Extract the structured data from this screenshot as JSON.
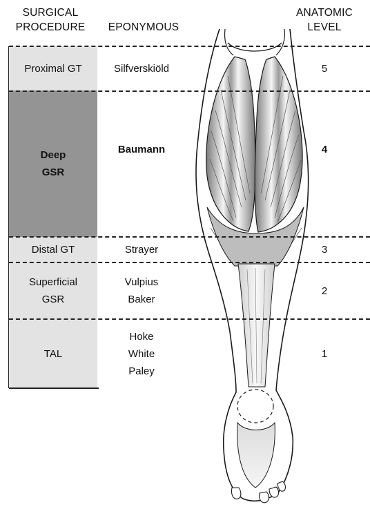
{
  "headers": {
    "procedure": [
      "SURGICAL",
      "PROCEDURE"
    ],
    "eponymous": "EPONYMOUS",
    "level": [
      "ANATOMIC",
      "LEVEL"
    ]
  },
  "rows": [
    {
      "procedure": [
        "Proximal GT"
      ],
      "eponyms": [
        "Silfverskiöld"
      ],
      "level": "5",
      "shade": "#e3e3e3",
      "bold": false
    },
    {
      "procedure": [
        "Deep",
        "GSR"
      ],
      "eponyms": [
        "Baumann"
      ],
      "level": "4",
      "shade": "#949494",
      "bold": true
    },
    {
      "procedure": [
        "Distal GT"
      ],
      "eponyms": [
        "Strayer"
      ],
      "level": "3",
      "shade": "#e3e3e3",
      "bold": false
    },
    {
      "procedure": [
        "Superficial",
        "GSR"
      ],
      "eponyms": [
        "Vulpius",
        "Baker"
      ],
      "level": "2",
      "shade": "#e3e3e3",
      "bold": false
    },
    {
      "procedure": [
        "TAL"
      ],
      "eponyms": [
        "Hoke",
        "White",
        "Paley"
      ],
      "level": "1",
      "shade": "#e3e3e3",
      "bold": false
    }
  ]
}
